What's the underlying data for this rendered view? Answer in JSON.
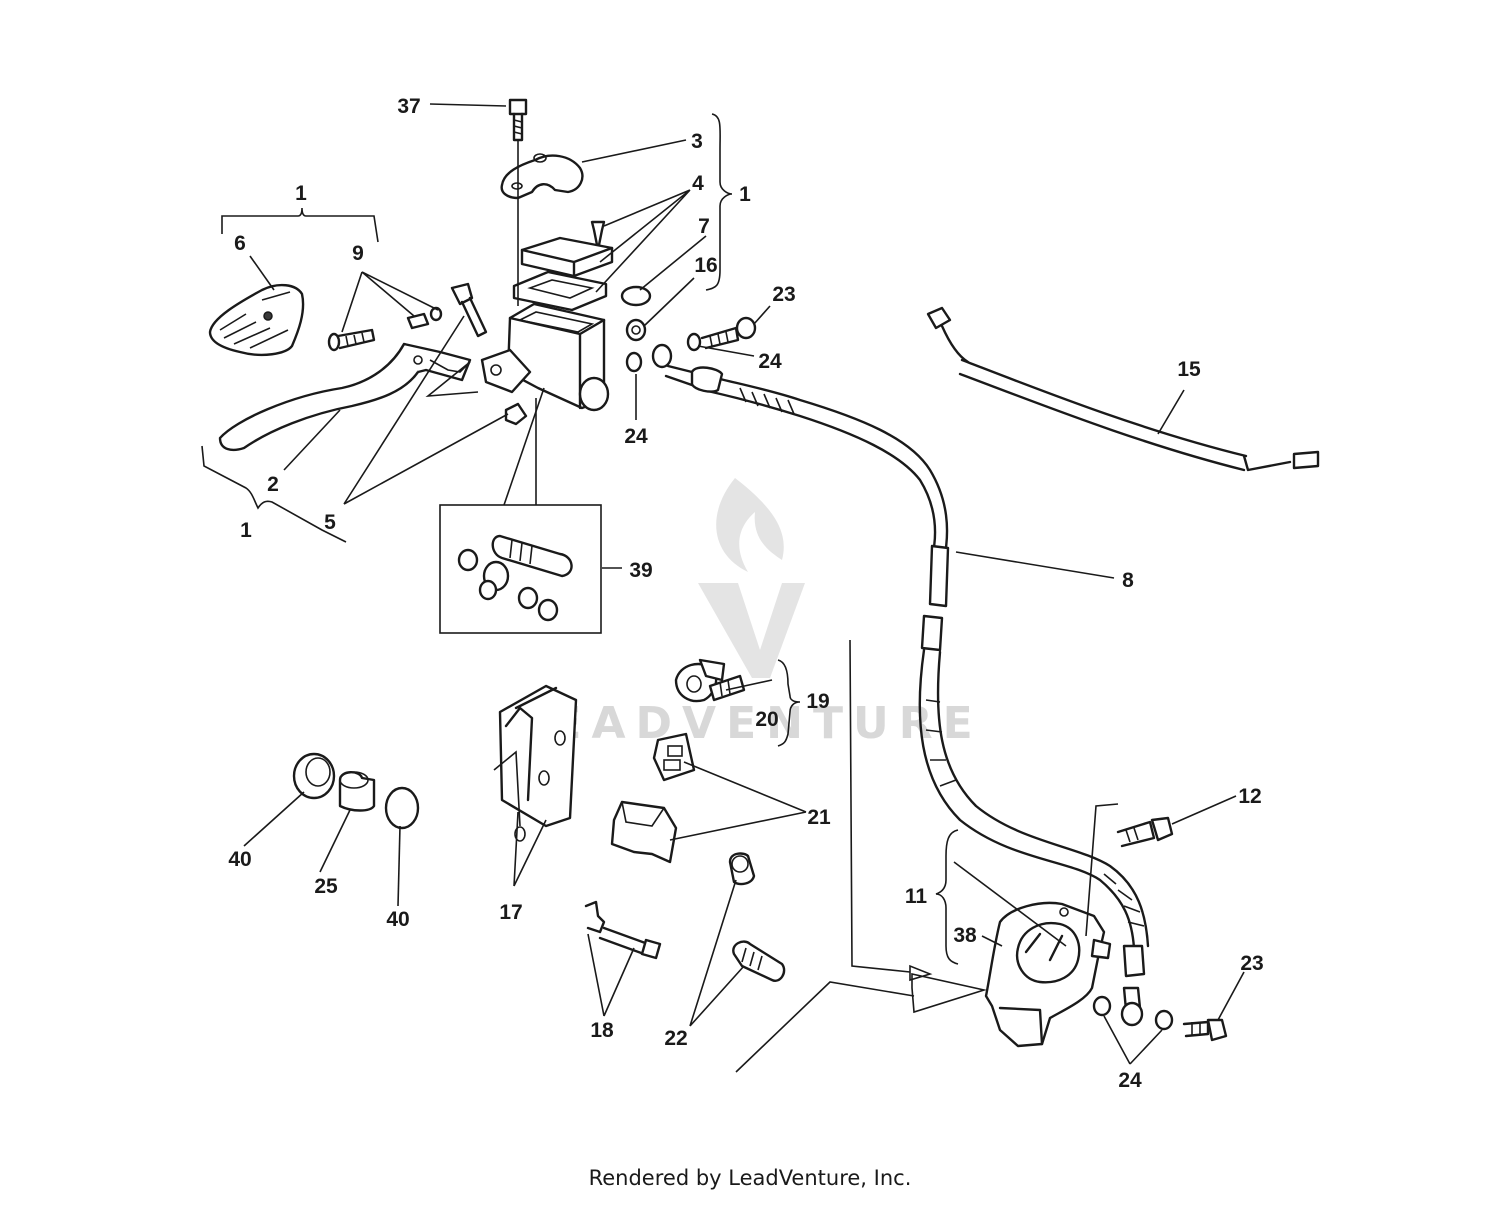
{
  "watermark": {
    "text": "LEADVENTURE"
  },
  "footer": {
    "text": "Rendered by LeadVenture, Inc."
  },
  "callouts": {
    "c37": "37",
    "c3": "3",
    "c4": "4",
    "c1_top_right": "1",
    "c7": "7",
    "c16": "16",
    "c1_lever": "1",
    "c6": "6",
    "c9": "9",
    "c23_top": "23",
    "c24_top_right": "24",
    "c24_top_below": "24",
    "c15": "15",
    "c2": "2",
    "c5": "5",
    "c1_bottom": "1",
    "c39": "39",
    "c8": "8",
    "c19": "19",
    "c20": "20",
    "c21": "21",
    "c17": "17",
    "c40_left": "40",
    "c25": "25",
    "c40_right": "40",
    "c12": "12",
    "c11": "11",
    "c38": "38",
    "c23_bottom": "23",
    "c24_bottom": "24",
    "c18": "18",
    "c22": "22"
  }
}
